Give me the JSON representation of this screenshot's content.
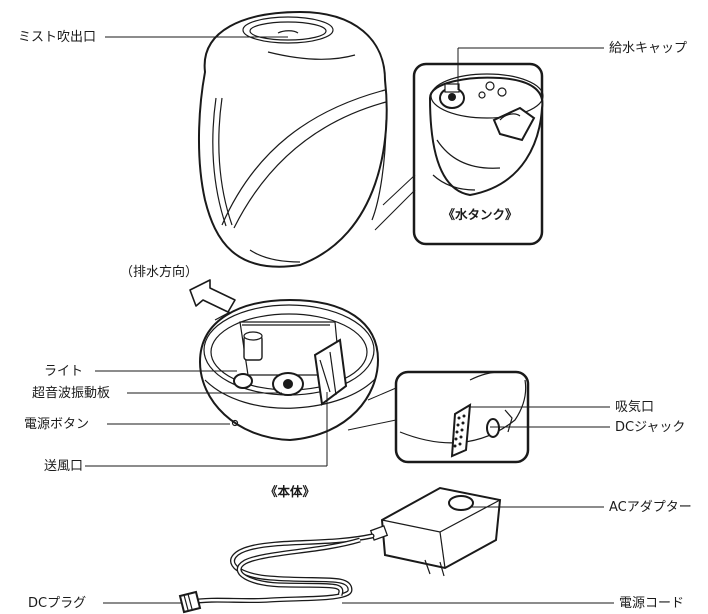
{
  "labels": {
    "mist_outlet": "ミスト吹出口",
    "fill_cap": "給水キャップ",
    "drain_direction": "（排水方向）",
    "light": "ライト",
    "ultrasonic_plate": "超音波振動板",
    "power_button": "電源ボタン",
    "air_outlet": "送風口",
    "intake": "吸気口",
    "dc_jack": "DCジャック",
    "ac_adapter": "ACアダプター",
    "dc_plug": "DCプラグ",
    "power_cord": "電源コード"
  },
  "captions": {
    "water_tank": "《水タンク》",
    "main_body": "《本体》"
  },
  "icons": {
    "drain_arrow": "arrow-up-left-icon"
  }
}
